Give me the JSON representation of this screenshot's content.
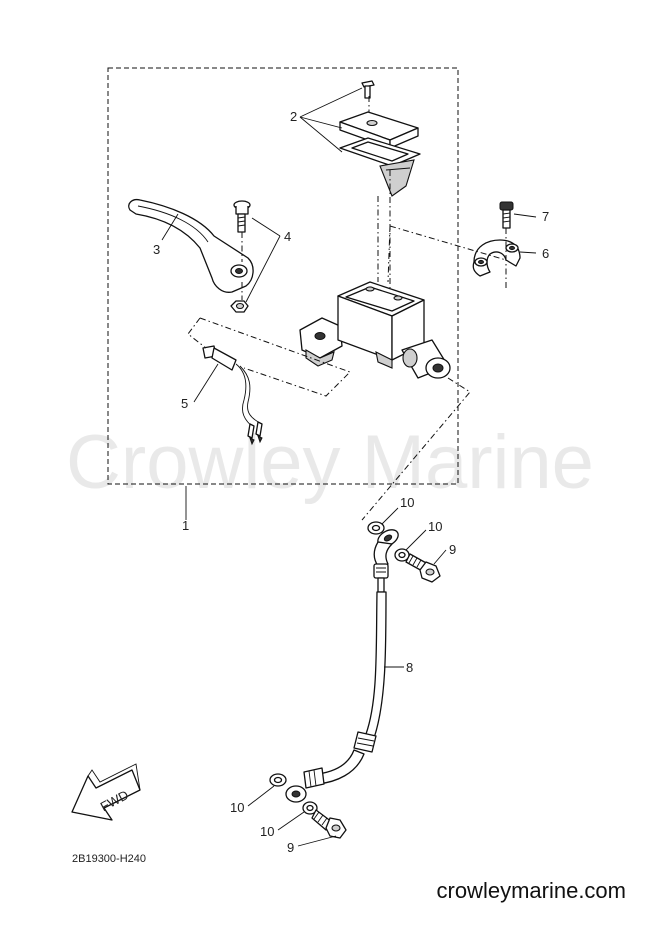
{
  "watermark": "Crowley Marine",
  "diagram_code": "2B19300-H240",
  "site": "crowleymarine.com",
  "fwd_label": "FWD",
  "callouts": {
    "c1": "1",
    "c2": "2",
    "c3": "3",
    "c4": "4",
    "c5": "5",
    "c6": "6",
    "c7": "7",
    "c8": "8",
    "c9a": "9",
    "c9b": "9",
    "c10a": "10",
    "c10b": "10",
    "c10c": "10",
    "c10d": "10"
  }
}
